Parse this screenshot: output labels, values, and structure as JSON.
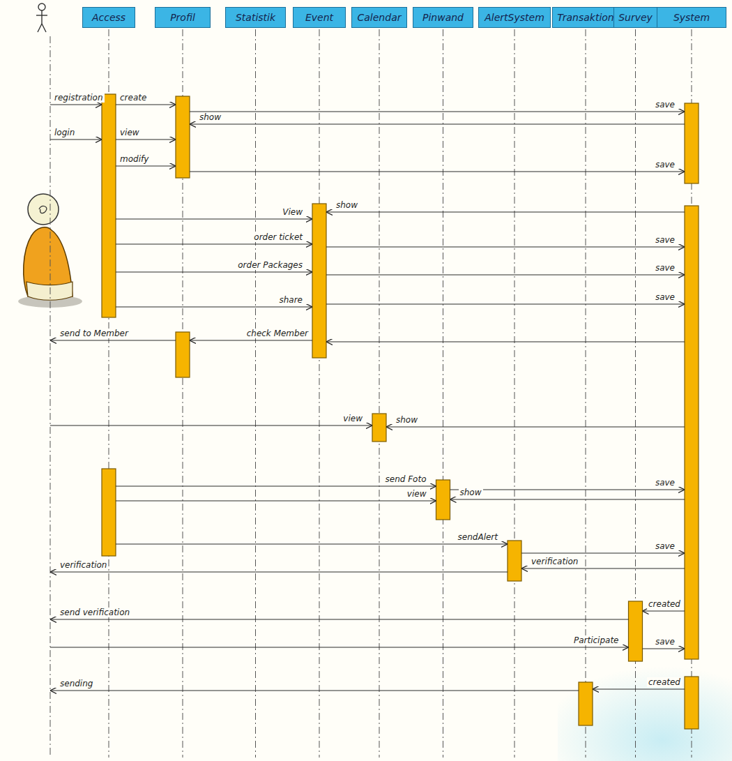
{
  "diagram": {
    "nodes": [
      {
        "text": [
          "Access"
        ]
      },
      {
        "text": [
          "Profil"
        ]
      },
      {
        "text": [
          "Statistik"
        ]
      },
      {
        "text": [
          "Event"
        ]
      },
      {
        "text": [
          "Calendar"
        ]
      },
      {
        "text": [
          "Pinwand"
        ]
      },
      {
        "text": [
          "AlertSystem"
        ]
      },
      {
        "text": [
          "Transaktion"
        ]
      },
      {
        "text": [
          "Survey"
        ]
      },
      {
        "text": [
          "System"
        ]
      }
    ],
    "edges": [
      {
        "from": 0,
        "to": 1,
        "arrow": "to",
        "label": "create"
      },
      {
        "from": 1,
        "to": 9,
        "arrow": "to",
        "label": "save"
      },
      {
        "from": 9,
        "to": 1,
        "arrow": "to",
        "label": "show"
      },
      {
        "from": 0,
        "to": 1,
        "arrow": "to",
        "label": "view"
      },
      {
        "from": 0,
        "to": 1,
        "arrow": "to",
        "label": "modify"
      },
      {
        "from": 1,
        "to": 9,
        "arrow": "to",
        "label": "save"
      },
      {
        "from": 9,
        "to": 3,
        "arrow": "to",
        "label": "show"
      },
      {
        "from": 0,
        "to": 3,
        "arrow": "to",
        "label": "View"
      },
      {
        "from": 0,
        "to": 3,
        "arrow": "to",
        "label": "order ticket"
      },
      {
        "from": 3,
        "to": 9,
        "arrow": "to",
        "label": "save"
      },
      {
        "from": 0,
        "to": 3,
        "arrow": "to",
        "label": "order Packages"
      },
      {
        "from": 3,
        "to": 9,
        "arrow": "to",
        "label": "save"
      },
      {
        "from": 0,
        "to": 3,
        "arrow": "to",
        "label": "share"
      },
      {
        "from": 3,
        "to": 9,
        "arrow": "to",
        "label": "save"
      },
      {
        "from": 9,
        "to": 3,
        "arrow": "to"
      },
      {
        "from": 3,
        "to": 1,
        "arrow": "to",
        "label": "check Member"
      },
      {
        "from": 9,
        "to": 4,
        "arrow": "to",
        "label": "show"
      },
      {
        "from": 0,
        "to": 5,
        "arrow": "to",
        "label": "send Foto"
      },
      {
        "from": 5,
        "to": 9,
        "arrow": "to",
        "label": "save"
      },
      {
        "from": 0,
        "to": 5,
        "arrow": "to",
        "label": "view"
      },
      {
        "from": 9,
        "to": 5,
        "arrow": "to",
        "label": "show"
      },
      {
        "from": 0,
        "to": 6,
        "arrow": "to",
        "label": "sendAlert"
      },
      {
        "from": 6,
        "to": 9,
        "arrow": "to",
        "label": "save"
      },
      {
        "from": 9,
        "to": 6,
        "arrow": "to",
        "label": "verification"
      },
      {
        "from": 9,
        "to": 8,
        "arrow": "to",
        "label": "created"
      },
      {
        "from": 8,
        "to": 9,
        "arrow": "to",
        "label": "save"
      },
      {
        "from": 9,
        "to": 7,
        "arrow": "to",
        "label": "created"
      }
    ],
    "labels": [
      "registration",
      "login",
      "send to Member",
      "view",
      "verification",
      "send verification",
      "Participate",
      "sending"
    ]
  }
}
